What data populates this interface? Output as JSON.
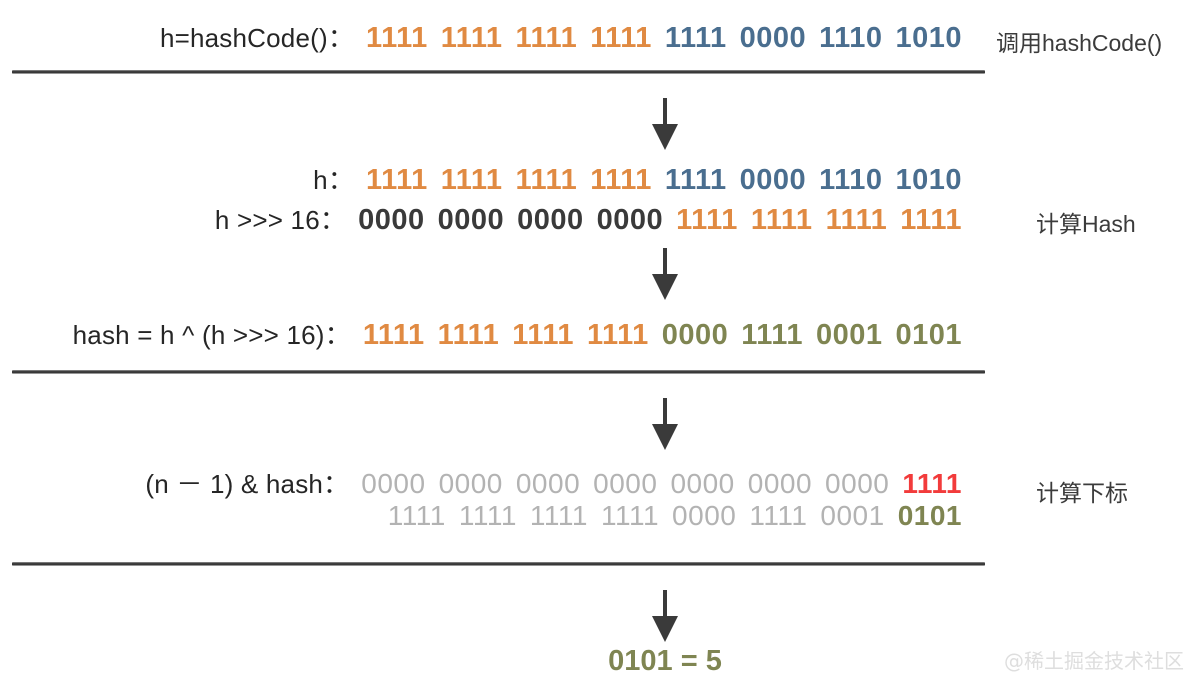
{
  "diagram": {
    "title": "HashMap hash computation and index calculation",
    "colors": {
      "orange": "#e08a42",
      "blue": "#4a6e8f",
      "black": "#3a3a3a",
      "olive": "#7f8552",
      "gray": "#b3b3b3",
      "red": "#f23b3b",
      "rule": "#3b3b3b"
    },
    "sections": [
      {
        "name": "call-hashcode",
        "caption": "调用hashCode()",
        "rows": [
          {
            "label": "h=hashCode()：",
            "groups": [
              {
                "bits": "1111",
                "color": "orange"
              },
              {
                "bits": "1111",
                "color": "orange"
              },
              {
                "bits": "1111",
                "color": "orange"
              },
              {
                "bits": "1111",
                "color": "orange"
              },
              {
                "bits": "1111",
                "color": "blue"
              },
              {
                "bits": "0000",
                "color": "blue"
              },
              {
                "bits": "1110",
                "color": "blue"
              },
              {
                "bits": "1010",
                "color": "blue"
              }
            ]
          }
        ]
      },
      {
        "name": "compute-hash",
        "caption": "计算Hash",
        "rows": [
          {
            "label": "h：",
            "groups": [
              {
                "bits": "1111",
                "color": "orange"
              },
              {
                "bits": "1111",
                "color": "orange"
              },
              {
                "bits": "1111",
                "color": "orange"
              },
              {
                "bits": "1111",
                "color": "orange"
              },
              {
                "bits": "1111",
                "color": "blue"
              },
              {
                "bits": "0000",
                "color": "blue"
              },
              {
                "bits": "1110",
                "color": "blue"
              },
              {
                "bits": "1010",
                "color": "blue"
              }
            ]
          },
          {
            "label": "h >>> 16：",
            "groups": [
              {
                "bits": "0000",
                "color": "black"
              },
              {
                "bits": "0000",
                "color": "black"
              },
              {
                "bits": "0000",
                "color": "black"
              },
              {
                "bits": "0000",
                "color": "black"
              },
              {
                "bits": "1111",
                "color": "orange"
              },
              {
                "bits": "1111",
                "color": "orange"
              },
              {
                "bits": "1111",
                "color": "orange"
              },
              {
                "bits": "1111",
                "color": "orange"
              }
            ]
          },
          {
            "label": "hash = h ^ (h >>> 16)：",
            "groups": [
              {
                "bits": "1111",
                "color": "orange"
              },
              {
                "bits": "1111",
                "color": "orange"
              },
              {
                "bits": "1111",
                "color": "orange"
              },
              {
                "bits": "1111",
                "color": "orange"
              },
              {
                "bits": "0000",
                "color": "olive"
              },
              {
                "bits": "1111",
                "color": "olive"
              },
              {
                "bits": "0001",
                "color": "olive"
              },
              {
                "bits": "0101",
                "color": "olive"
              }
            ]
          }
        ]
      },
      {
        "name": "compute-index",
        "caption": "计算下标",
        "rows": [
          {
            "label": "(n － 1) & hash：",
            "groups": [
              {
                "bits": "0000",
                "color": "gray"
              },
              {
                "bits": "0000",
                "color": "gray"
              },
              {
                "bits": "0000",
                "color": "gray"
              },
              {
                "bits": "0000",
                "color": "gray"
              },
              {
                "bits": "0000",
                "color": "gray"
              },
              {
                "bits": "0000",
                "color": "gray"
              },
              {
                "bits": "0000",
                "color": "gray"
              },
              {
                "bits": "1111",
                "color": "red"
              }
            ]
          },
          {
            "label": "",
            "groups": [
              {
                "bits": "1111",
                "color": "gray"
              },
              {
                "bits": "1111",
                "color": "gray"
              },
              {
                "bits": "1111",
                "color": "gray"
              },
              {
                "bits": "1111",
                "color": "gray"
              },
              {
                "bits": "0000",
                "color": "gray"
              },
              {
                "bits": "1111",
                "color": "gray"
              },
              {
                "bits": "0001",
                "color": "gray"
              },
              {
                "bits": "0101",
                "color": "olive"
              }
            ]
          }
        ]
      }
    ],
    "result": "0101 = 5",
    "watermark": "@稀土掘金技术社区"
  }
}
